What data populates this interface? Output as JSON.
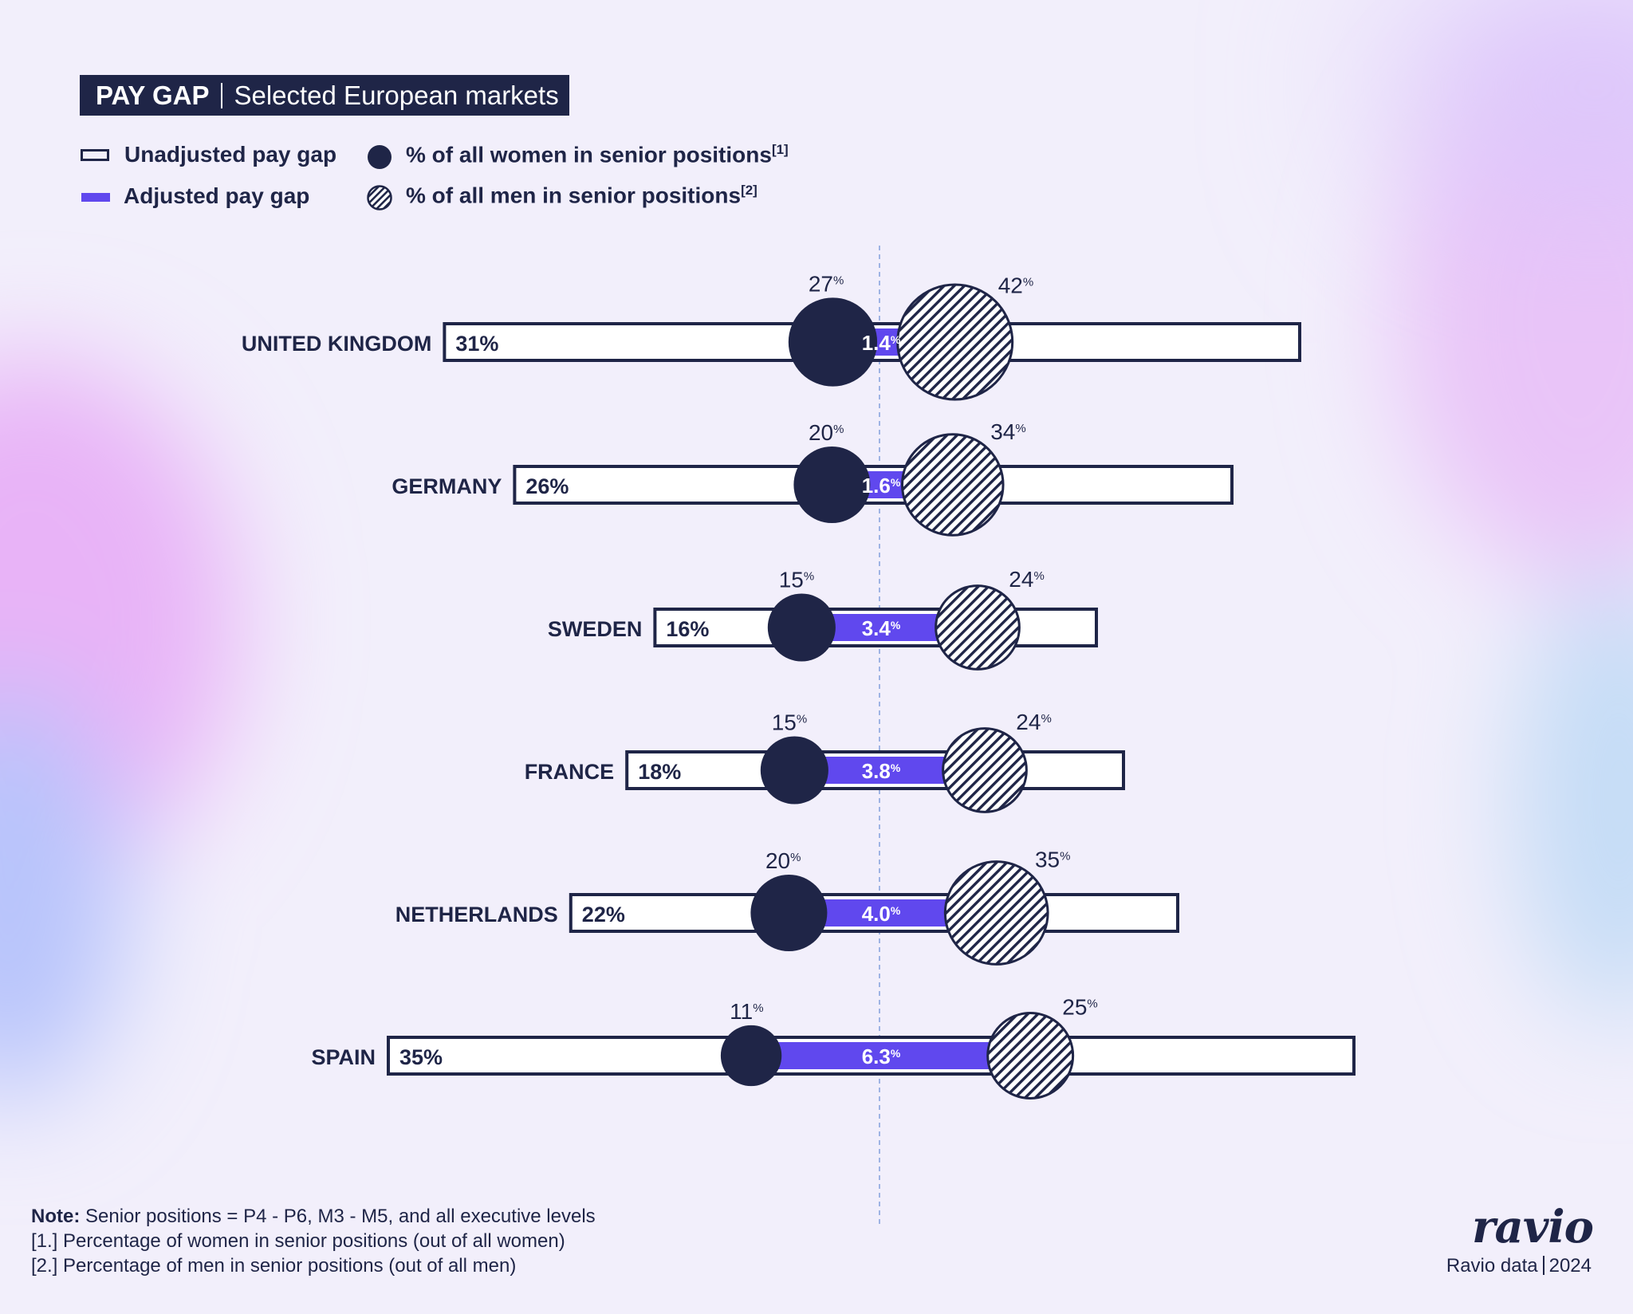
{
  "header": {
    "title_main": "PAY GAP",
    "title_sub": "Selected European markets"
  },
  "legend": {
    "unadjusted": "Unadjusted pay gap",
    "adjusted": "Adjusted pay gap",
    "women": "% of all women in senior positions",
    "women_ref": "[1]",
    "men": "% of all men in senior positions",
    "men_ref": "[2]"
  },
  "colors": {
    "navy": "#1f2547",
    "purple": "#6048ee",
    "white": "#ffffff",
    "center_line": "#9fb4e4"
  },
  "chart_data": {
    "type": "bar",
    "categories": [
      "UNITED KINGDOM",
      "GERMANY",
      "SWEDEN",
      "FRANCE",
      "NETHERLANDS",
      "SPAIN"
    ],
    "series": [
      {
        "name": "Unadjusted pay gap",
        "values": [
          31,
          26,
          16,
          18,
          22,
          35
        ],
        "labels": [
          "31%",
          "26%",
          "16%",
          "18%",
          "22%",
          "35%"
        ]
      },
      {
        "name": "Adjusted pay gap",
        "values": [
          1.4,
          1.6,
          3.4,
          3.8,
          4.0,
          6.3
        ],
        "labels": [
          "1.4",
          "1.6",
          "3.4",
          "3.8",
          "4.0",
          "6.3"
        ]
      },
      {
        "name": "% of all women in senior positions",
        "values": [
          27,
          20,
          15,
          15,
          20,
          11
        ],
        "labels": [
          "27",
          "20",
          "15",
          "15",
          "20",
          "11"
        ]
      },
      {
        "name": "% of all men in senior positions",
        "values": [
          42,
          34,
          24,
          24,
          35,
          25
        ],
        "labels": [
          "42",
          "34",
          "24",
          "24",
          "35",
          "25"
        ]
      }
    ],
    "pct_symbol": "%",
    "legend_position": "top-left",
    "grid": false
  },
  "notes": {
    "label": "Note:",
    "line1": "Senior positions = P4 - P6, M3 - M5, and all executive levels",
    "line2": "[1.] Percentage of women in senior positions (out of all women)",
    "line3": "[2.] Percentage of men in senior positions (out of all men)"
  },
  "brand": {
    "logo": "ravio",
    "source": "Ravio data",
    "year": "2024"
  }
}
